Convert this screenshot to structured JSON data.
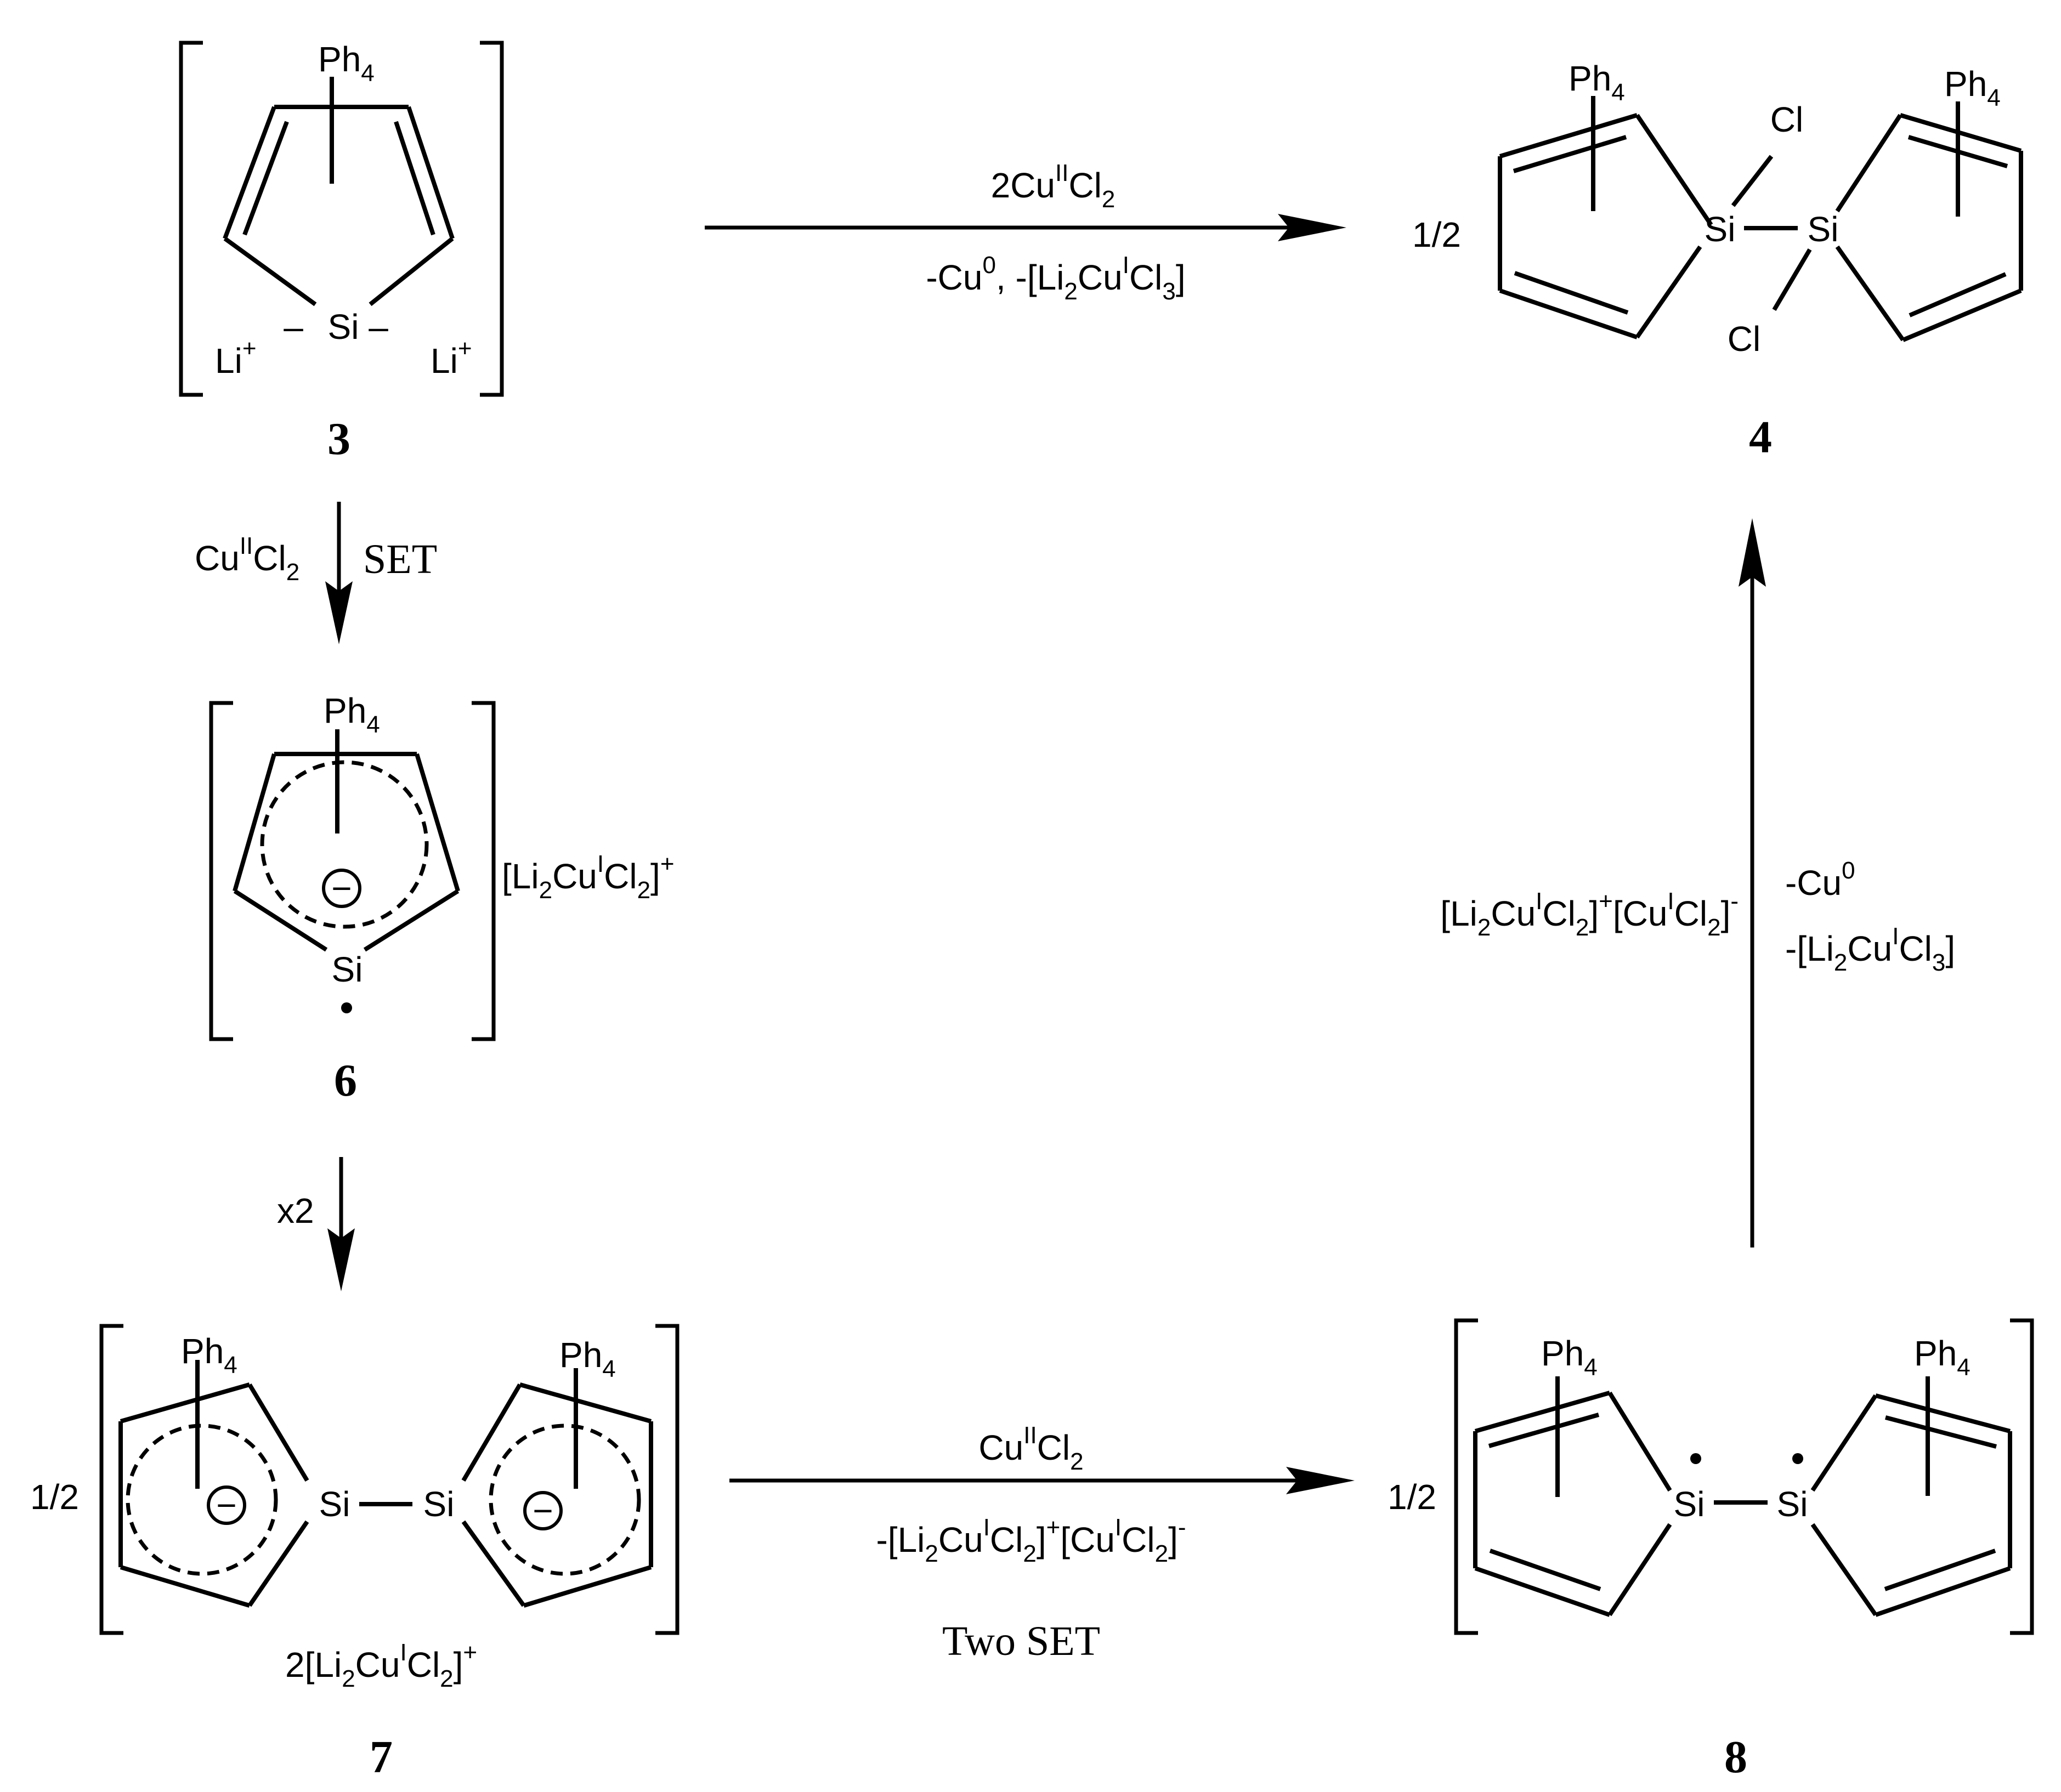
{
  "compounds": {
    "c3": {
      "number": "3",
      "substituent": "Ph",
      "sub_count": "4",
      "atom_si": "Si",
      "neg": "–",
      "counter": "Li",
      "plus": "+"
    },
    "c4": {
      "number": "4",
      "coef": "1/2",
      "substituent": "Ph",
      "sub_count": "4",
      "atom_si": "Si",
      "atom_cl": "Cl"
    },
    "c6": {
      "number": "6",
      "substituent": "Ph",
      "sub_count": "4",
      "atom_si": "Si",
      "minus_sign": "−",
      "counter": {
        "open": "[Li",
        "s1": "2",
        "mid": "Cu",
        "ox": "I",
        "cl": "Cl",
        "s2": "2",
        "close": "]",
        "charge": "+"
      }
    },
    "c7": {
      "number": "7",
      "coef": "1/2",
      "substituent": "Ph",
      "sub_count": "4",
      "atom_si": "Si",
      "minus_sign": "−",
      "counter": {
        "coef": "2",
        "open": "[Li",
        "s1": "2",
        "mid": "Cu",
        "ox": "I",
        "cl": "Cl",
        "s2": "2",
        "close": "]",
        "charge": "+"
      }
    },
    "c8": {
      "number": "8",
      "coef": "1/2",
      "substituent": "Ph",
      "sub_count": "4",
      "atom_si": "Si"
    }
  },
  "arrows": {
    "a3to4": {
      "above": {
        "pre": "2Cu",
        "ox": "II",
        "cl": "Cl",
        "sub": "2"
      },
      "below": {
        "p1": "-Cu",
        "sup0": "0",
        "p2": ", -[Li",
        "s1": "2",
        "p3": "Cu",
        "ox": "I",
        "p4": "Cl",
        "s2": "3",
        "p5": "]"
      }
    },
    "a3to6": {
      "reagent": {
        "pre": "Cu",
        "ox": "II",
        "cl": "Cl",
        "sub": "2"
      },
      "note": "SET"
    },
    "a6to7": {
      "label": "x2"
    },
    "a7to8": {
      "above": {
        "pre": "Cu",
        "ox": "II",
        "cl": "Cl",
        "sub": "2"
      },
      "below": {
        "p1": "-[Li",
        "s1": "2",
        "p2": "Cu",
        "ox1": "I",
        "p3": "Cl",
        "s2": "2",
        "p4": "]",
        "plus": "+",
        "p5": "[Cu",
        "ox2": "I",
        "p6": "Cl",
        "s3": "2",
        "p7": "]",
        "minus": "-"
      },
      "note": "Two SET"
    },
    "a8to4": {
      "left": {
        "p1": "[Li",
        "s1": "2",
        "p2": "Cu",
        "ox1": "I",
        "p3": "Cl",
        "s2": "2",
        "p4": "]",
        "plus": "+",
        "p5": "[Cu",
        "ox2": "I",
        "p6": "Cl",
        "s3": "2",
        "p7": "]",
        "minus": "-"
      },
      "right1": {
        "p1": "-Cu",
        "sup0": "0"
      },
      "right2": {
        "p1": "-[Li",
        "s1": "2",
        "p2": "Cu",
        "ox": "I",
        "p3": "Cl",
        "s2": "3",
        "p4": "]"
      }
    }
  }
}
